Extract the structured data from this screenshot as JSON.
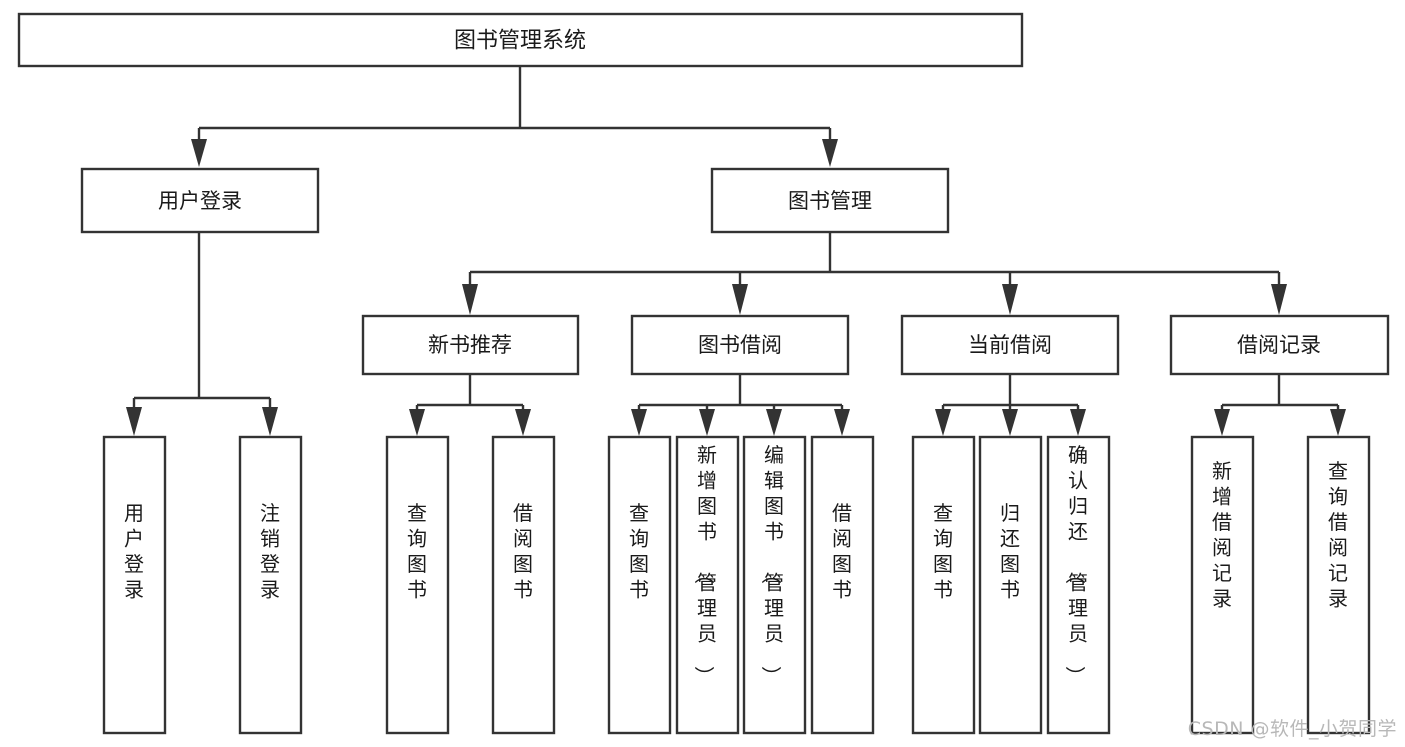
{
  "diagram": {
    "type": "tree-hierarchy",
    "title": "图书管理系统",
    "orientation": "top-down",
    "colors": {
      "box_fill": "#ffffff",
      "box_stroke": "#333333",
      "text": "#1a1a1a",
      "background": "#ffffff",
      "watermark": "#b8b8b8"
    },
    "root": {
      "label": "图书管理系统",
      "id": "library-management-system"
    },
    "level2": [
      {
        "id": "user-login",
        "label": "用户登录"
      },
      {
        "id": "book-management",
        "label": "图书管理"
      }
    ],
    "level3": [
      {
        "id": "new-book-recommend",
        "label": "新书推荐",
        "parent": "book-management"
      },
      {
        "id": "book-borrow",
        "label": "图书借阅",
        "parent": "book-management"
      },
      {
        "id": "current-borrow",
        "label": "当前借阅",
        "parent": "book-management"
      },
      {
        "id": "borrow-record",
        "label": "借阅记录",
        "parent": "book-management"
      }
    ],
    "leaves": {
      "user-login": [
        {
          "id": "leaf-user-login",
          "label": "用户登录"
        },
        {
          "id": "leaf-user-logout",
          "label": "注销登录"
        }
      ],
      "new-book-recommend": [
        {
          "id": "leaf-query-books-1",
          "label": "查询图书"
        },
        {
          "id": "leaf-borrow-books-1",
          "label": "借阅图书"
        }
      ],
      "book-borrow": [
        {
          "id": "leaf-query-books-2",
          "label": "查询图书"
        },
        {
          "id": "leaf-add-book",
          "label": "新增图书（管理员）"
        },
        {
          "id": "leaf-edit-book",
          "label": "编辑图书（管理员）"
        },
        {
          "id": "leaf-borrow-books-2",
          "label": "借阅图书"
        }
      ],
      "current-borrow": [
        {
          "id": "leaf-query-books-3",
          "label": "查询图书"
        },
        {
          "id": "leaf-return-book",
          "label": "归还图书"
        },
        {
          "id": "leaf-confirm-return",
          "label": "确认归还（管理员）"
        }
      ],
      "borrow-record": [
        {
          "id": "leaf-add-record",
          "label": "新增借阅记录"
        },
        {
          "id": "leaf-query-record",
          "label": "查询借阅记录"
        }
      ]
    }
  },
  "watermark": {
    "text": "CSDN @软件_小贺同学"
  }
}
